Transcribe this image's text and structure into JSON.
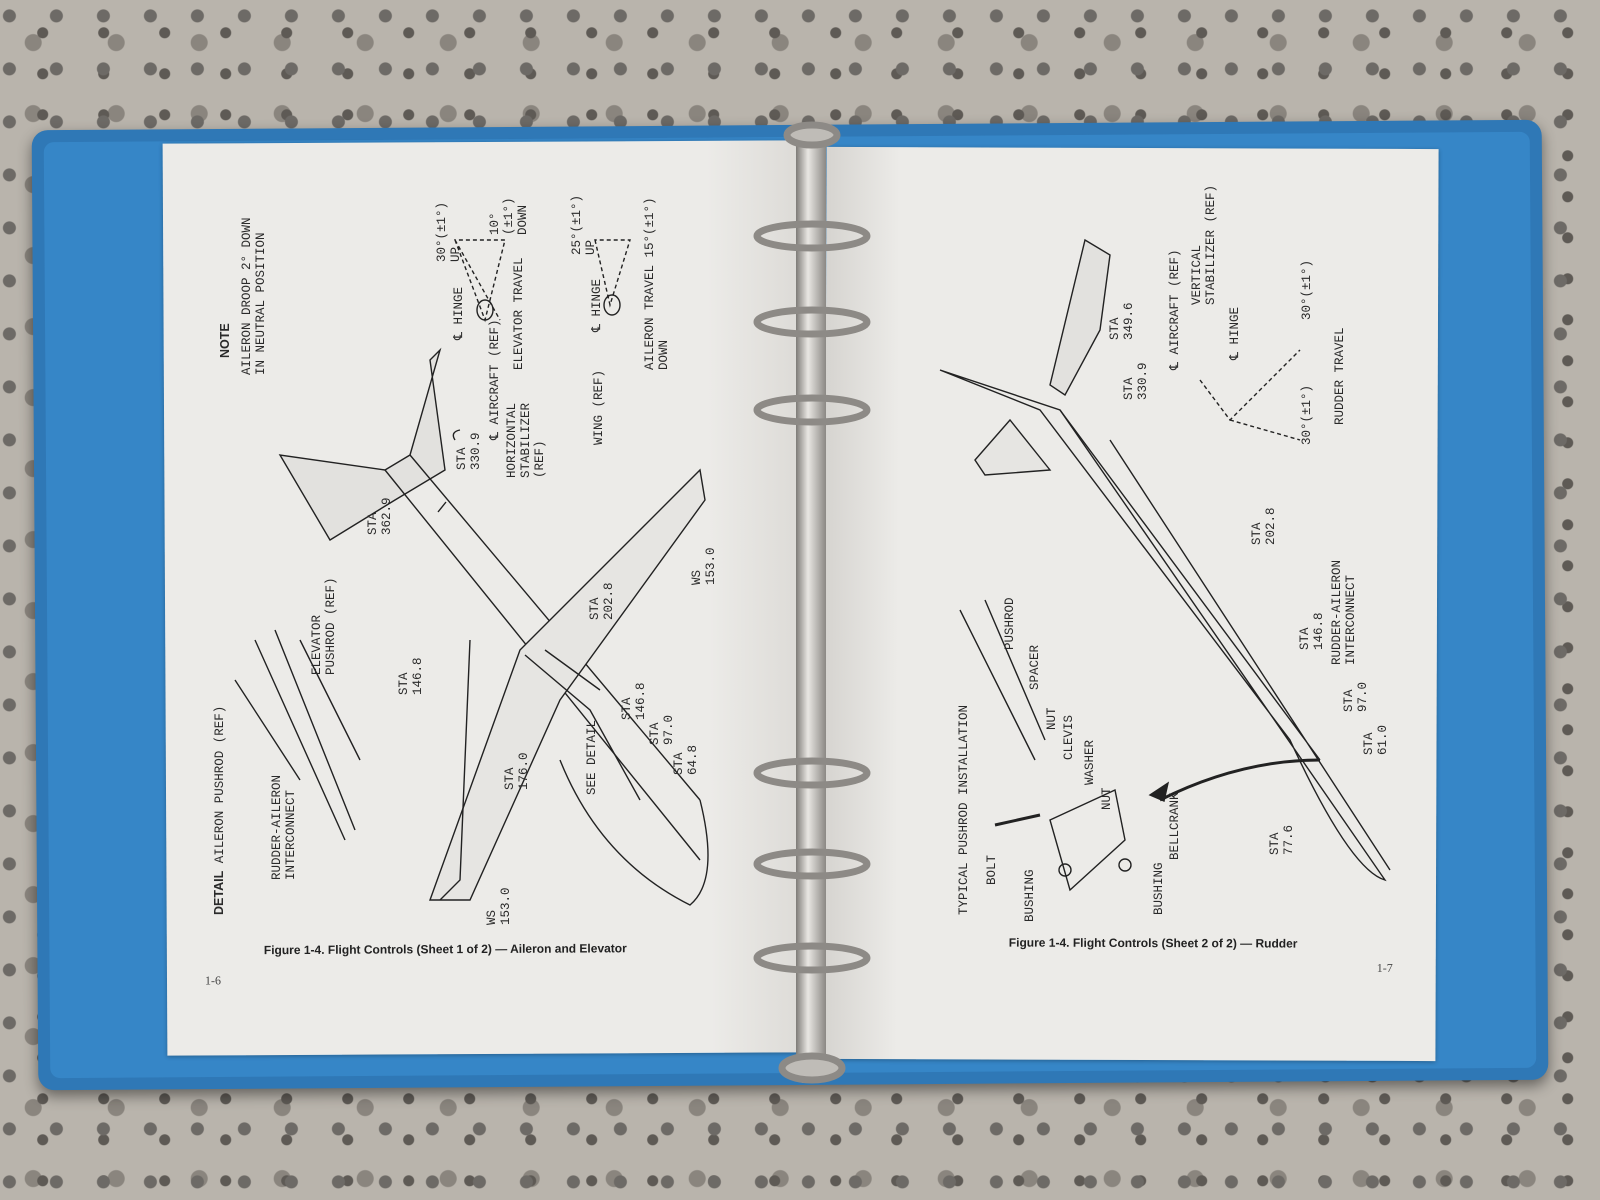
{
  "colors": {
    "binder": "#3686c7",
    "paper": "#ecebe8",
    "ink": "#2a2a2a"
  },
  "left_page": {
    "page_number": "1-6",
    "caption": "Figure 1-4. Flight Controls (Sheet 1 of 2) — Aileron and Elevator",
    "labels": [
      [
        "NOTE"
      ],
      [
        "AILERON DROOP 2° DOWN",
        "IN NEUTRAL POSITION"
      ],
      [
        "30°(±1°)",
        "UP"
      ],
      [
        "10°",
        "(±1°)",
        "DOWN"
      ],
      [
        "℄ HINGE"
      ],
      [
        "℄ AIRCRAFT (REF)"
      ],
      [
        "ELEVATOR TRAVEL"
      ],
      [
        "HORIZONTAL",
        "STABILIZER",
        "(REF)"
      ],
      [
        "25°(±1°)",
        "UP"
      ],
      [
        "℄ HINGE"
      ],
      [
        "WING (REF)"
      ],
      [
        "AILERON TRAVEL 15°(±1°)",
        "DOWN"
      ],
      [
        "STA",
        "330.9"
      ],
      [
        "STA",
        "362.9"
      ],
      [
        "WS",
        "153.0"
      ],
      [
        "STA",
        "202.8"
      ],
      [
        "ELEVATOR",
        "PUSHROD (REF)"
      ],
      [
        "STA",
        "146.8"
      ],
      [
        "DETAIL",
        "AILERON PUSHROD (REF)"
      ],
      [
        "RUDDER-AILERON",
        "INTERCONNECT"
      ],
      [
        "STA",
        "176.0"
      ],
      [
        "SEE DETAIL"
      ],
      [
        "STA",
        "146.8"
      ],
      [
        "STA",
        "97.0"
      ],
      [
        "STA",
        "64.8"
      ],
      [
        "WS",
        "153.0"
      ]
    ]
  },
  "right_page": {
    "page_number": "1-7",
    "caption": "Figure 1-4. Flight Controls (Sheet 2 of 2) — Rudder",
    "labels": [
      [
        "STA",
        "349.6"
      ],
      [
        "STA",
        "330.9"
      ],
      [
        "℄ AIRCRAFT (REF)"
      ],
      [
        "VERTICAL",
        "STABILIZER (REF)"
      ],
      [
        "℄ HINGE"
      ],
      [
        "30°(±1°)"
      ],
      [
        "30°(±1°)"
      ],
      [
        "RUDDER TRAVEL"
      ],
      [
        "STA",
        "202.8"
      ],
      [
        "PUSHROD"
      ],
      [
        "SPACER"
      ],
      [
        "NUT"
      ],
      [
        "CLEVIS"
      ],
      [
        "WASHER"
      ],
      [
        "NUT"
      ],
      [
        "TYPICAL PUSHROD INSTALLATION"
      ],
      [
        "BOLT"
      ],
      [
        "BUSHING"
      ],
      [
        "BUSHING"
      ],
      [
        "BELLCRANK"
      ],
      [
        "STA",
        "146.8"
      ],
      [
        "RUDDER-AILERON",
        "INTERCONNECT"
      ],
      [
        "STA",
        "97.0"
      ],
      [
        "STA",
        "61.0"
      ],
      [
        "STA",
        "77.6"
      ]
    ]
  }
}
